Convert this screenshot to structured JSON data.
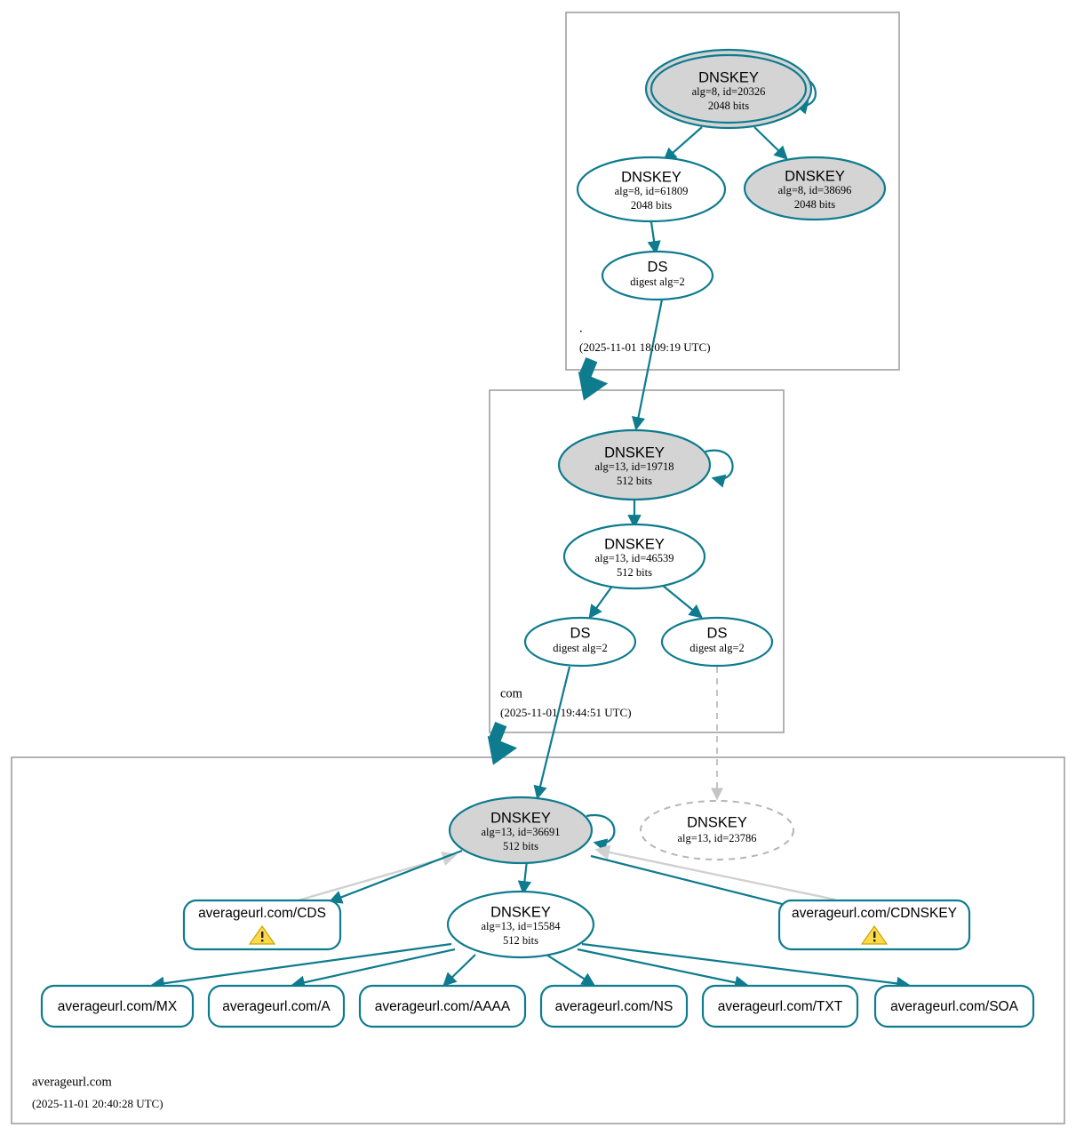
{
  "diagram": {
    "type": "dnssec-authentication-chain",
    "title_domain": "averageurl.com",
    "accent_color": "#0e7b8e",
    "secure_fill": "#d4d4d4",
    "insecure_stroke": "#b5b5b5",
    "warning_color": "#fbd94a"
  },
  "zones": [
    {
      "id": "root",
      "name": ".",
      "timestamp": "(2025-11-01 18:09:19 UTC)"
    },
    {
      "id": "com",
      "name": "com",
      "timestamp": "(2025-11-01 19:44:51 UTC)"
    },
    {
      "id": "averageurl",
      "name": "averageurl.com",
      "timestamp": "(2025-11-01 20:40:28 UTC)"
    }
  ],
  "nodes": {
    "root_ksk": {
      "type": "DNSKEY",
      "line1": "DNSKEY",
      "line2": "alg=8, id=20326",
      "line3": "2048 bits",
      "trust_anchor": true,
      "shaded": true
    },
    "root_zsk": {
      "type": "DNSKEY",
      "line1": "DNSKEY",
      "line2": "alg=8, id=61809",
      "line3": "2048 bits",
      "trust_anchor": false,
      "shaded": false
    },
    "root_extra": {
      "type": "DNSKEY",
      "line1": "DNSKEY",
      "line2": "alg=8, id=38696",
      "line3": "2048 bits",
      "trust_anchor": false,
      "shaded": true
    },
    "root_ds": {
      "type": "DS",
      "line1": "DS",
      "line2": "digest alg=2"
    },
    "com_ksk": {
      "type": "DNSKEY",
      "line1": "DNSKEY",
      "line2": "alg=13, id=19718",
      "line3": "512 bits",
      "shaded": true
    },
    "com_zsk": {
      "type": "DNSKEY",
      "line1": "DNSKEY",
      "line2": "alg=13, id=46539",
      "line3": "512 bits",
      "shaded": false
    },
    "com_ds_left": {
      "type": "DS",
      "line1": "DS",
      "line2": "digest alg=2"
    },
    "com_ds_right": {
      "type": "DS",
      "line1": "DS",
      "line2": "digest alg=2"
    },
    "avg_ksk": {
      "type": "DNSKEY",
      "line1": "DNSKEY",
      "line2": "alg=13, id=36691",
      "line3": "512 bits",
      "shaded": true
    },
    "avg_orphan": {
      "type": "DNSKEY",
      "line1": "DNSKEY",
      "line2": "alg=13, id=23786",
      "line3": "",
      "dashed": true
    },
    "avg_zsk": {
      "type": "DNSKEY",
      "line1": "DNSKEY",
      "line2": "alg=13, id=15584",
      "line3": "512 bits",
      "shaded": false
    }
  },
  "rrsets": [
    {
      "id": "cds",
      "label": "averageurl.com/CDS",
      "warning": true
    },
    {
      "id": "cdnskey",
      "label": "averageurl.com/CDNSKEY",
      "warning": true
    },
    {
      "id": "mx",
      "label": "averageurl.com/MX",
      "warning": false
    },
    {
      "id": "a",
      "label": "averageurl.com/A",
      "warning": false
    },
    {
      "id": "aaaa",
      "label": "averageurl.com/AAAA",
      "warning": false
    },
    {
      "id": "ns",
      "label": "averageurl.com/NS",
      "warning": false
    },
    {
      "id": "txt",
      "label": "averageurl.com/TXT",
      "warning": false
    },
    {
      "id": "soa",
      "label": "averageurl.com/SOA",
      "warning": false
    }
  ],
  "icons": {
    "warning": "warning-triangle-icon"
  }
}
